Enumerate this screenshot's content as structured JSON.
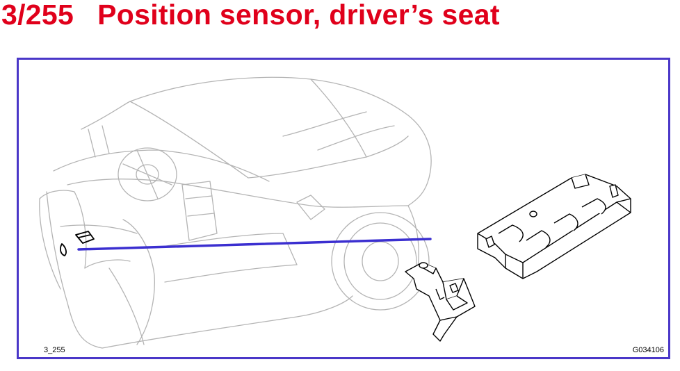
{
  "title": {
    "number": "3/255",
    "text": "Position sensor, driver’s seat"
  },
  "diagram": {
    "ref_left": "3_255",
    "ref_right": "G034106"
  },
  "colors": {
    "title": "#e0001b",
    "frame": "#4a37c8",
    "leader_line": "#3b2fd0",
    "car_outline": "#b4b4b4",
    "part_outline": "#000000"
  }
}
